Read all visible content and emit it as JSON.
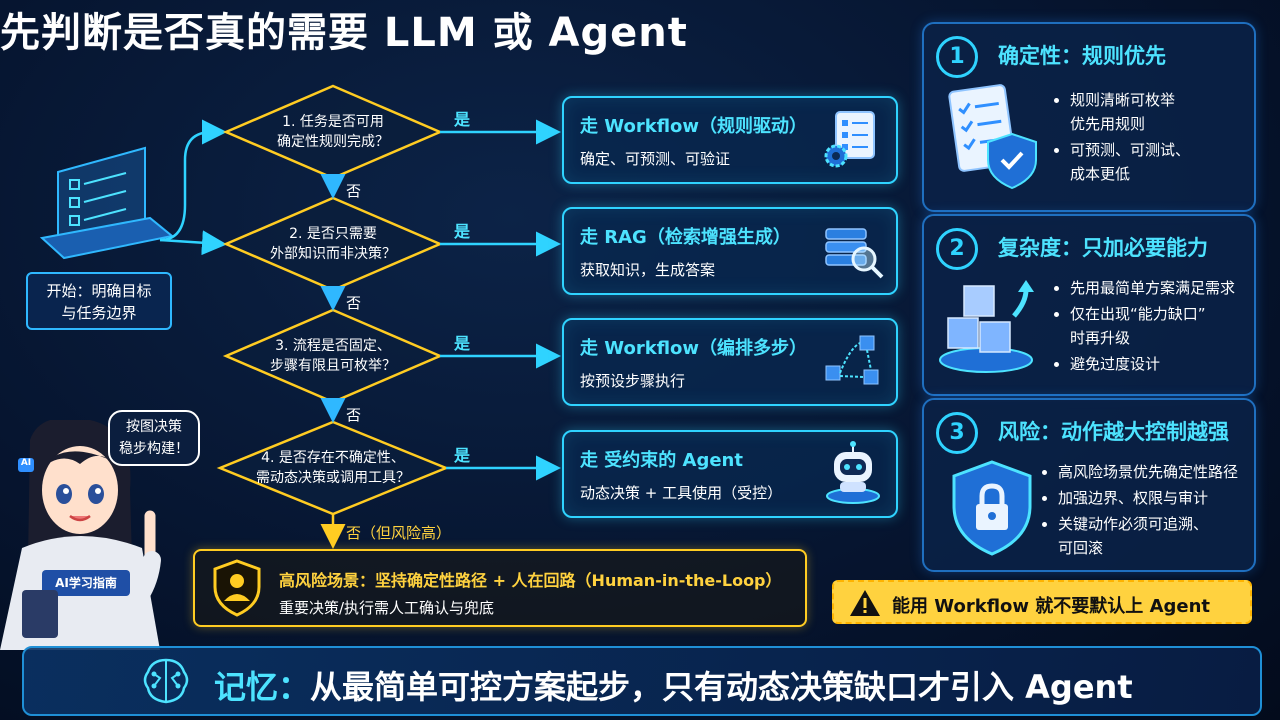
{
  "title": "先判断是否真的需要 LLM 或 Agent",
  "start": {
    "label_line1": "开始：明确目标",
    "label_line2": "与任务边界"
  },
  "decisions": [
    {
      "line1": "1. 任务是否可用",
      "line2": "确定性规则完成？"
    },
    {
      "line1": "2. 是否只需要",
      "line2": "外部知识而非决策？"
    },
    {
      "line1": "3. 流程是否固定、",
      "line2": "步骤有限且可枚举？"
    },
    {
      "line1": "4. 是否存在不确定性、",
      "line2": "需动态决策或调用工具？"
    }
  ],
  "yes_label": "是",
  "no_label": "否",
  "no_last_label": "否（但风险高）",
  "outcomes": [
    {
      "title": "走 Workflow（规则驱动）",
      "desc": "确定、可预测、可验证",
      "icon": "checklist-gear-icon"
    },
    {
      "title": "走 RAG（检索增强生成）",
      "desc": "获取知识，生成答案",
      "icon": "database-search-icon"
    },
    {
      "title": "走 Workflow（编排多步）",
      "desc": "按预设步骤执行",
      "icon": "flow-nodes-icon"
    },
    {
      "title": "走 受约束的 Agent",
      "desc": "动态决策 + 工具使用（受控）",
      "icon": "robot-icon"
    }
  ],
  "risk": {
    "title": "高风险场景：坚持确定性路径 + 人在回路（Human-in-the-Loop）",
    "desc": "重要决策/执行需人工确认与兜底",
    "icon": "shield-user-icon"
  },
  "mascot": {
    "bubble_line1": "按图决策",
    "bubble_line2": "稳步构建！",
    "shirt_text": "AI学习指南",
    "badge": "AI"
  },
  "cards": [
    {
      "num": "1",
      "title": "确定性：规则优先",
      "bullets": [
        "规则清晰可枚举",
        "优先用规则",
        "可预测、可测试、",
        "成本更低"
      ],
      "icon": "checklist-shield-icon"
    },
    {
      "num": "2",
      "title": "复杂度：只加必要能力",
      "bullets": [
        "先用最简单方案满足需求",
        "仅在出现“能力缺口”",
        "时再升级",
        "避免过度设计"
      ],
      "icon": "cubes-icon"
    },
    {
      "num": "3",
      "title": "风险：动作越大控制越强",
      "bullets": [
        "高风险场景优先确定性路径",
        "加强边界、权限与审计",
        "关键动作必须可追溯、",
        "可回滚"
      ],
      "icon": "shield-lock-icon"
    }
  ],
  "warning": {
    "text": "能用 Workflow 就不要默认上 Agent",
    "icon": "warning-icon"
  },
  "bottom": {
    "prefix": "记忆：",
    "text": "从最简单可控方案起步，只有动态决策缺口才引入 Agent",
    "icon": "brain-circuit-icon"
  },
  "colors": {
    "accent": "#2fd3ff",
    "diamond": "#ffcc22",
    "warning": "#ffd23f",
    "bg": "#061530"
  }
}
